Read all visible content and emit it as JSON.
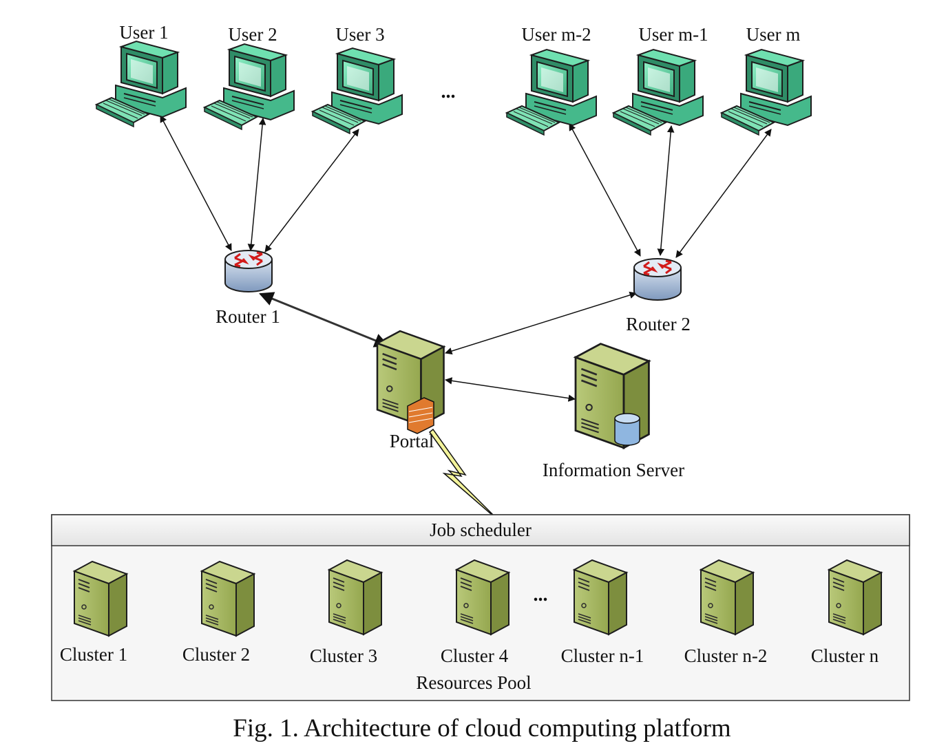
{
  "users": [
    {
      "label": "User 1"
    },
    {
      "label": "User 2"
    },
    {
      "label": "User 3"
    },
    {
      "label": "User m-2"
    },
    {
      "label": "User m-1"
    },
    {
      "label": "User m"
    }
  ],
  "users_ellipsis": "...",
  "routers": [
    {
      "label": "Router 1"
    },
    {
      "label": "Router 2"
    }
  ],
  "portal": {
    "label": "Portal"
  },
  "information_server": {
    "label": "Information Server"
  },
  "job_scheduler": {
    "label": "Job scheduler"
  },
  "resources_pool": {
    "label": "Resources Pool",
    "clusters": [
      {
        "label": "Cluster 1"
      },
      {
        "label": "Cluster 2"
      },
      {
        "label": "Cluster 3"
      },
      {
        "label": "Cluster 4"
      },
      {
        "label": "Cluster n-1"
      },
      {
        "label": "Cluster n-2"
      },
      {
        "label": "Cluster n"
      }
    ],
    "ellipsis": "..."
  },
  "caption": "Fig. 1. Architecture of cloud computing platform",
  "colors": {
    "computer_body": "#4fc79a",
    "computer_dark": "#2e8f68",
    "server_body": "#a9bb63",
    "server_dark": "#6f7f37",
    "router_body": "#9fb4cf",
    "router_arrows": "#d21b1b",
    "firewall": "#e07a2e",
    "database": "#8fb6e0",
    "lightning": "#f3f39a"
  }
}
